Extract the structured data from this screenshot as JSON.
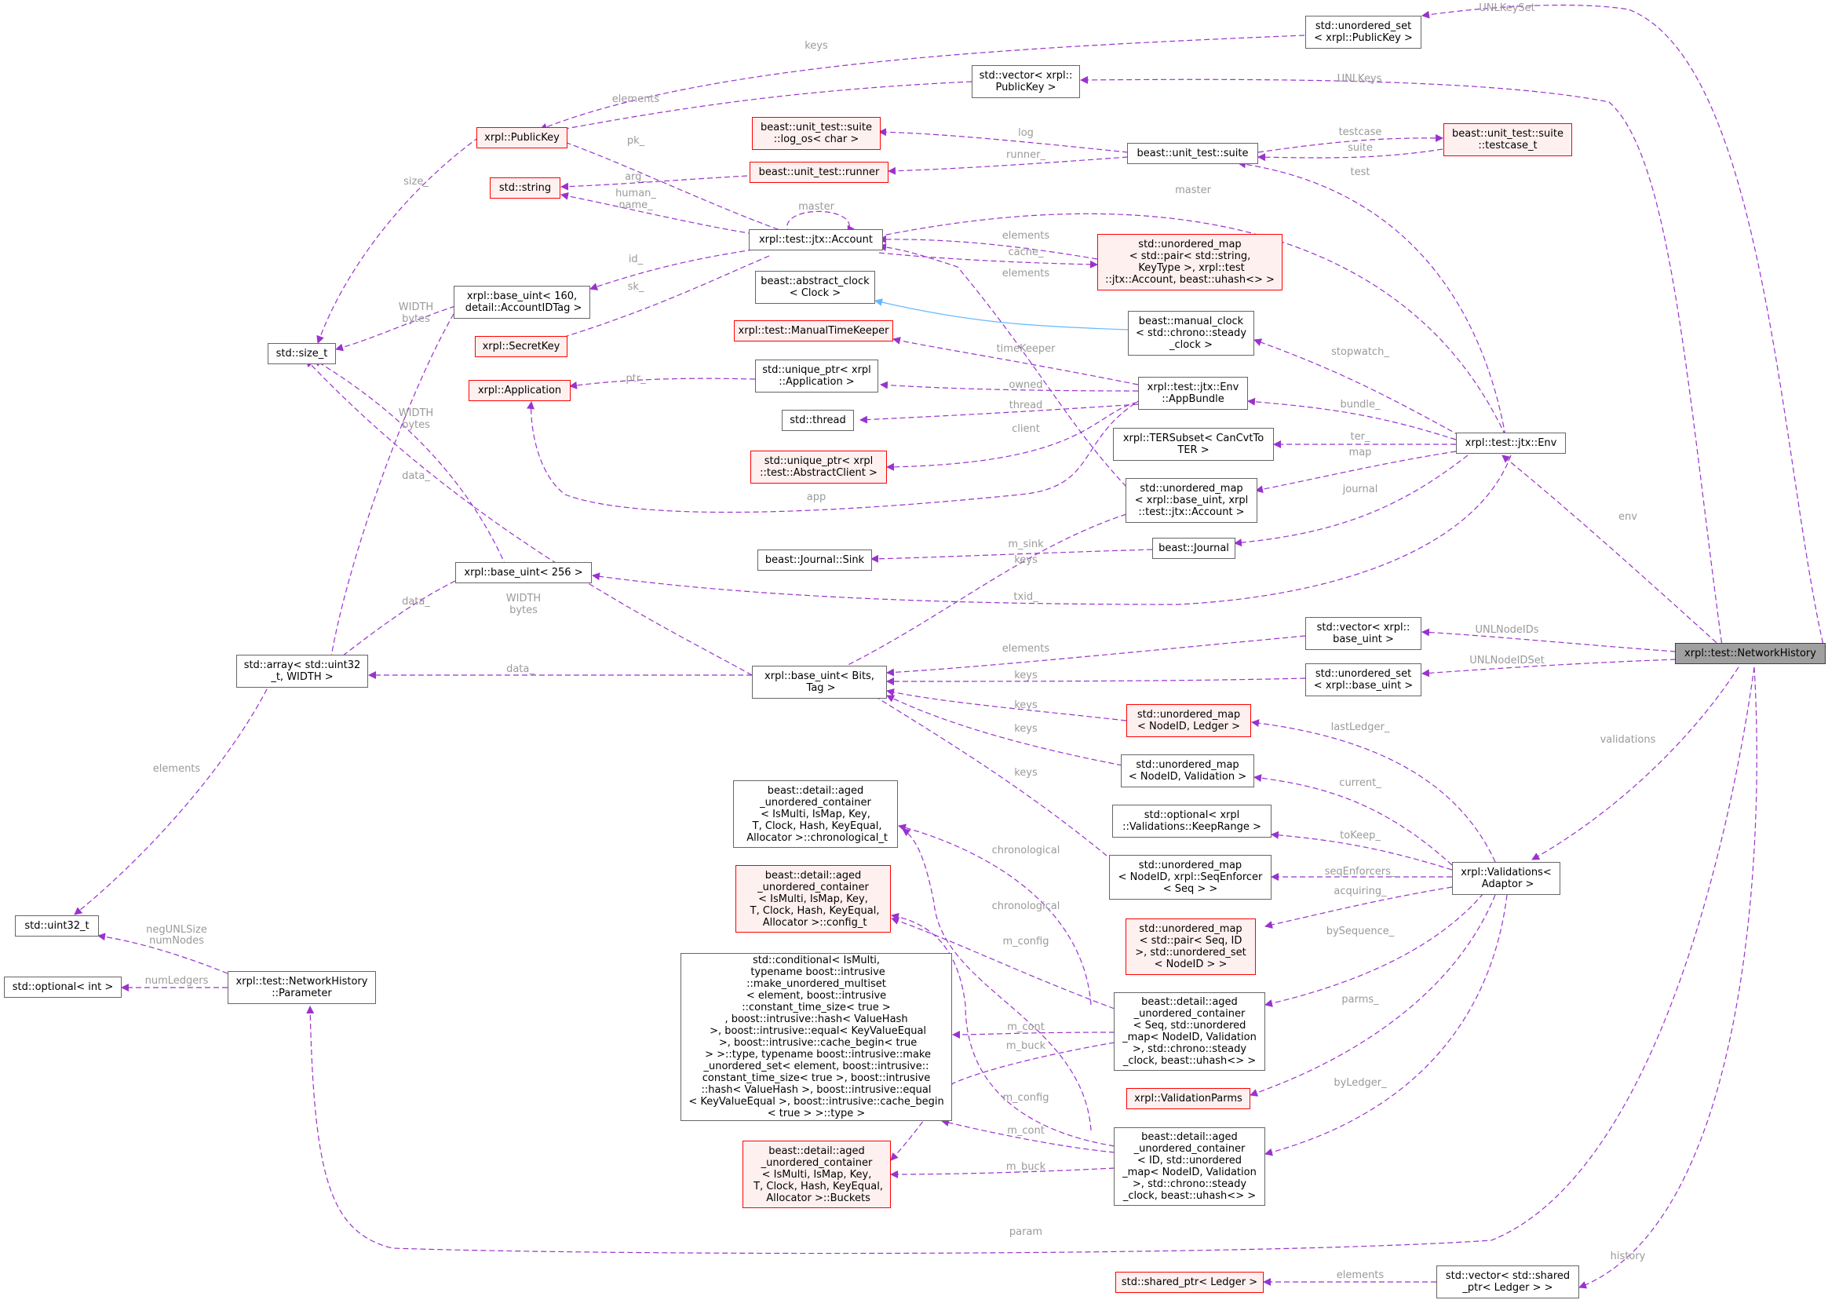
{
  "nodes": {
    "unlkeyset_type": "std::unordered_set\n< xrpl::PublicKey >",
    "vector_publickey": "std::vector< xrpl::\nPublicKey >",
    "publickey": "xrpl::PublicKey",
    "log_os": "beast::unit_test::suite\n::log_os< char >",
    "suite": "beast::unit_test::suite",
    "testcase_t": "beast::unit_test::suite\n::testcase_t",
    "runner": "beast::unit_test::runner",
    "std_string": "std::string",
    "account": "xrpl::test::jtx::Account",
    "umap_account_cache": "std::unordered_map\n< std::pair< std::string,\n KeyType >, xrpl::test\n::jtx::Account, beast::uhash<> >",
    "base_uint_160": "xrpl::base_uint< 160,\n detail::AccountIDTag >",
    "abstract_clock": "beast::abstract_clock\n< Clock >",
    "manual_clock": "beast::manual_clock\n< std::chrono::steady\n_clock >",
    "size_t": "std::size_t",
    "secretkey": "xrpl::SecretKey",
    "manualtimekeeper": "xrpl::test::ManualTimeKeeper",
    "application": "xrpl::Application",
    "unique_ptr_app": "std::unique_ptr< xrpl\n::Application >",
    "appbundle": "xrpl::test::jtx::Env\n::AppBundle",
    "std_thread": "std::thread",
    "unique_ptr_client": "std::unique_ptr< xrpl\n::test::AbstractClient >",
    "tersubset": "xrpl::TERSubset< CanCvtTo\nTER >",
    "env": "xrpl::test::jtx::Env",
    "umap_base_uint_account": "std::unordered_map\n< xrpl::base_uint, xrpl\n::test::jtx::Account >",
    "journal_sink": "beast::Journal::Sink",
    "journal": "beast::Journal",
    "base_uint_256": "xrpl::base_uint< 256 >",
    "vector_base_uint": "std::vector< xrpl::\nbase_uint >",
    "network_history": "xrpl::test::NetworkHistory",
    "array_uint32": "std::array< std::uint32\n_t, WIDTH >",
    "base_uint_bits": "xrpl::base_uint< Bits,\n Tag >",
    "uset_base_uint": "std::unordered_set\n< xrpl::base_uint >",
    "umap_nodeid_ledger": "std::unordered_map\n< NodeID, Ledger >",
    "umap_nodeid_validation": "std::unordered_map\n< NodeID, Validation >",
    "aged_chronological": "beast::detail::aged\n_unordered_container\n< IsMulti, IsMap, Key,\n T, Clock, Hash, KeyEqual,\n Allocator >::chronological_t",
    "optional_keeprange": "std::optional< xrpl\n::Validations::KeepRange >",
    "umap_seqenforcer": "std::unordered_map\n< NodeID, xrpl::SeqEnforcer\n< Seq > >",
    "validations": "xrpl::Validations<\n Adaptor >",
    "aged_config": "beast::detail::aged\n_unordered_container\n< IsMulti, IsMap, Key,\n T, Clock, Hash, KeyEqual,\n Allocator >::config_t",
    "umap_pair_seq": "std::unordered_map\n< std::pair< Seq, ID\n>, std::unordered_set\n< NodeID > >",
    "uint32": "std::uint32_t",
    "conditional": "std::conditional< IsMulti,\n typename boost::intrusive\n::make_unordered_multiset\n< element, boost::intrusive\n::constant_time_size< true >\n, boost::intrusive::hash< ValueHash\n >, boost::intrusive::equal< KeyValueEqual\n >, boost::intrusive::cache_begin< true\n > >::type, typename boost::intrusive::make\n_unordered_set< element, boost::intrusive::\nconstant_time_size< true >, boost::intrusive\n::hash< ValueHash >, boost::intrusive::equal\n< KeyValueEqual >, boost::intrusive::cache_begin\n< true > >::type >",
    "optional_int": "std::optional< int >",
    "nh_parameter": "xrpl::test::NetworkHistory\n::Parameter",
    "aged_seq": "beast::detail::aged\n_unordered_container\n< Seq, std::unordered\n_map< NodeID, Validation\n>, std::chrono::steady\n_clock, beast::uhash<> >",
    "validationparms": "xrpl::ValidationParms",
    "aged_buckets": "beast::detail::aged\n_unordered_container\n< IsMulti, IsMap, Key,\n T, Clock, Hash, KeyEqual,\n Allocator >::Buckets",
    "aged_id": "beast::detail::aged\n_unordered_container\n< ID, std::unordered\n_map< NodeID, Validation\n>, std::chrono::steady\n_clock, beast::uhash<> >",
    "shared_ptr_ledger": "std::shared_ptr< Ledger >",
    "vector_shared_ptr": "std::vector< std::shared\n_ptr< Ledger > >"
  },
  "edge_labels": {
    "unlkeyset": "UNLKeySet",
    "keys_publickey": "keys",
    "unlkeys": "UNLKeys",
    "elements_publickey": "elements",
    "log": "log",
    "testcase": "testcase",
    "suite_back": "suite",
    "runner": "runner_",
    "test": "test",
    "pk": "pk_",
    "arg": "arg_",
    "human_name": "human_\nname_",
    "master_self": "master",
    "master_env": "master",
    "size": "size_",
    "elements_account": "elements",
    "cache": "cache_",
    "elements_uba": "elements",
    "id": "id_",
    "sk": "sk_",
    "width_bytes_160": "WIDTH\nbytes",
    "timekeeper": "timeKeeper",
    "stopwatch": "stopwatch_",
    "ptr": "ptr_",
    "owned": "owned",
    "thread": "thread",
    "client": "client",
    "bundle": "bundle_",
    "width_bytes_256": "WIDTH\nbytes",
    "ter": "ter_",
    "map": "map",
    "app": "app",
    "journal": "journal",
    "env": "env",
    "data_160": "data_",
    "m_sink": "m_sink",
    "keys_uba": "keys",
    "data_256": "data_",
    "txid": "txid_",
    "width_bytes_bits": "WIDTH\nbytes",
    "unlnodeids": "UNLNodeIDs",
    "elements_vbu": "elements",
    "unlnodeidset": "UNLNodeIDSet",
    "data_bits": "data_",
    "keys_usbu": "keys",
    "keys_ledger": "keys",
    "keys_validation": "keys",
    "lastledger": "lastLedger_",
    "validations": "validations",
    "elements_uint32": "elements",
    "current": "current_",
    "keys_seqenf": "keys",
    "chronological_1": "chronological",
    "tokeep": "toKeep_",
    "seqenforcers": "seqEnforcers_",
    "chronological_2": "chronological",
    "acquiring": "acquiring_",
    "negunlsize": "negUNLSize\nnumNodes",
    "bysequence": "bySequence_",
    "m_config_1": "m_config",
    "numledgers": "numLedgers",
    "parms": "parms_",
    "m_cont_1": "m_cont",
    "m_buck_1": "m_buck",
    "byledger": "byLedger_",
    "m_config_2": "m_config",
    "m_cont_2": "m_cont",
    "m_buck_2": "m_buck",
    "param": "param",
    "history": "history",
    "elements_shared": "elements"
  },
  "colors": {
    "dependency_edge": "#9a32cd",
    "inheritance_edge": "#63b8ff",
    "edge_label": "#9a9a9a",
    "node_border": "#666666",
    "incomplete_node_border": "#ff0000",
    "incomplete_node_fill": "#fff0f0",
    "selected_node_fill": "#a0a0a0"
  }
}
